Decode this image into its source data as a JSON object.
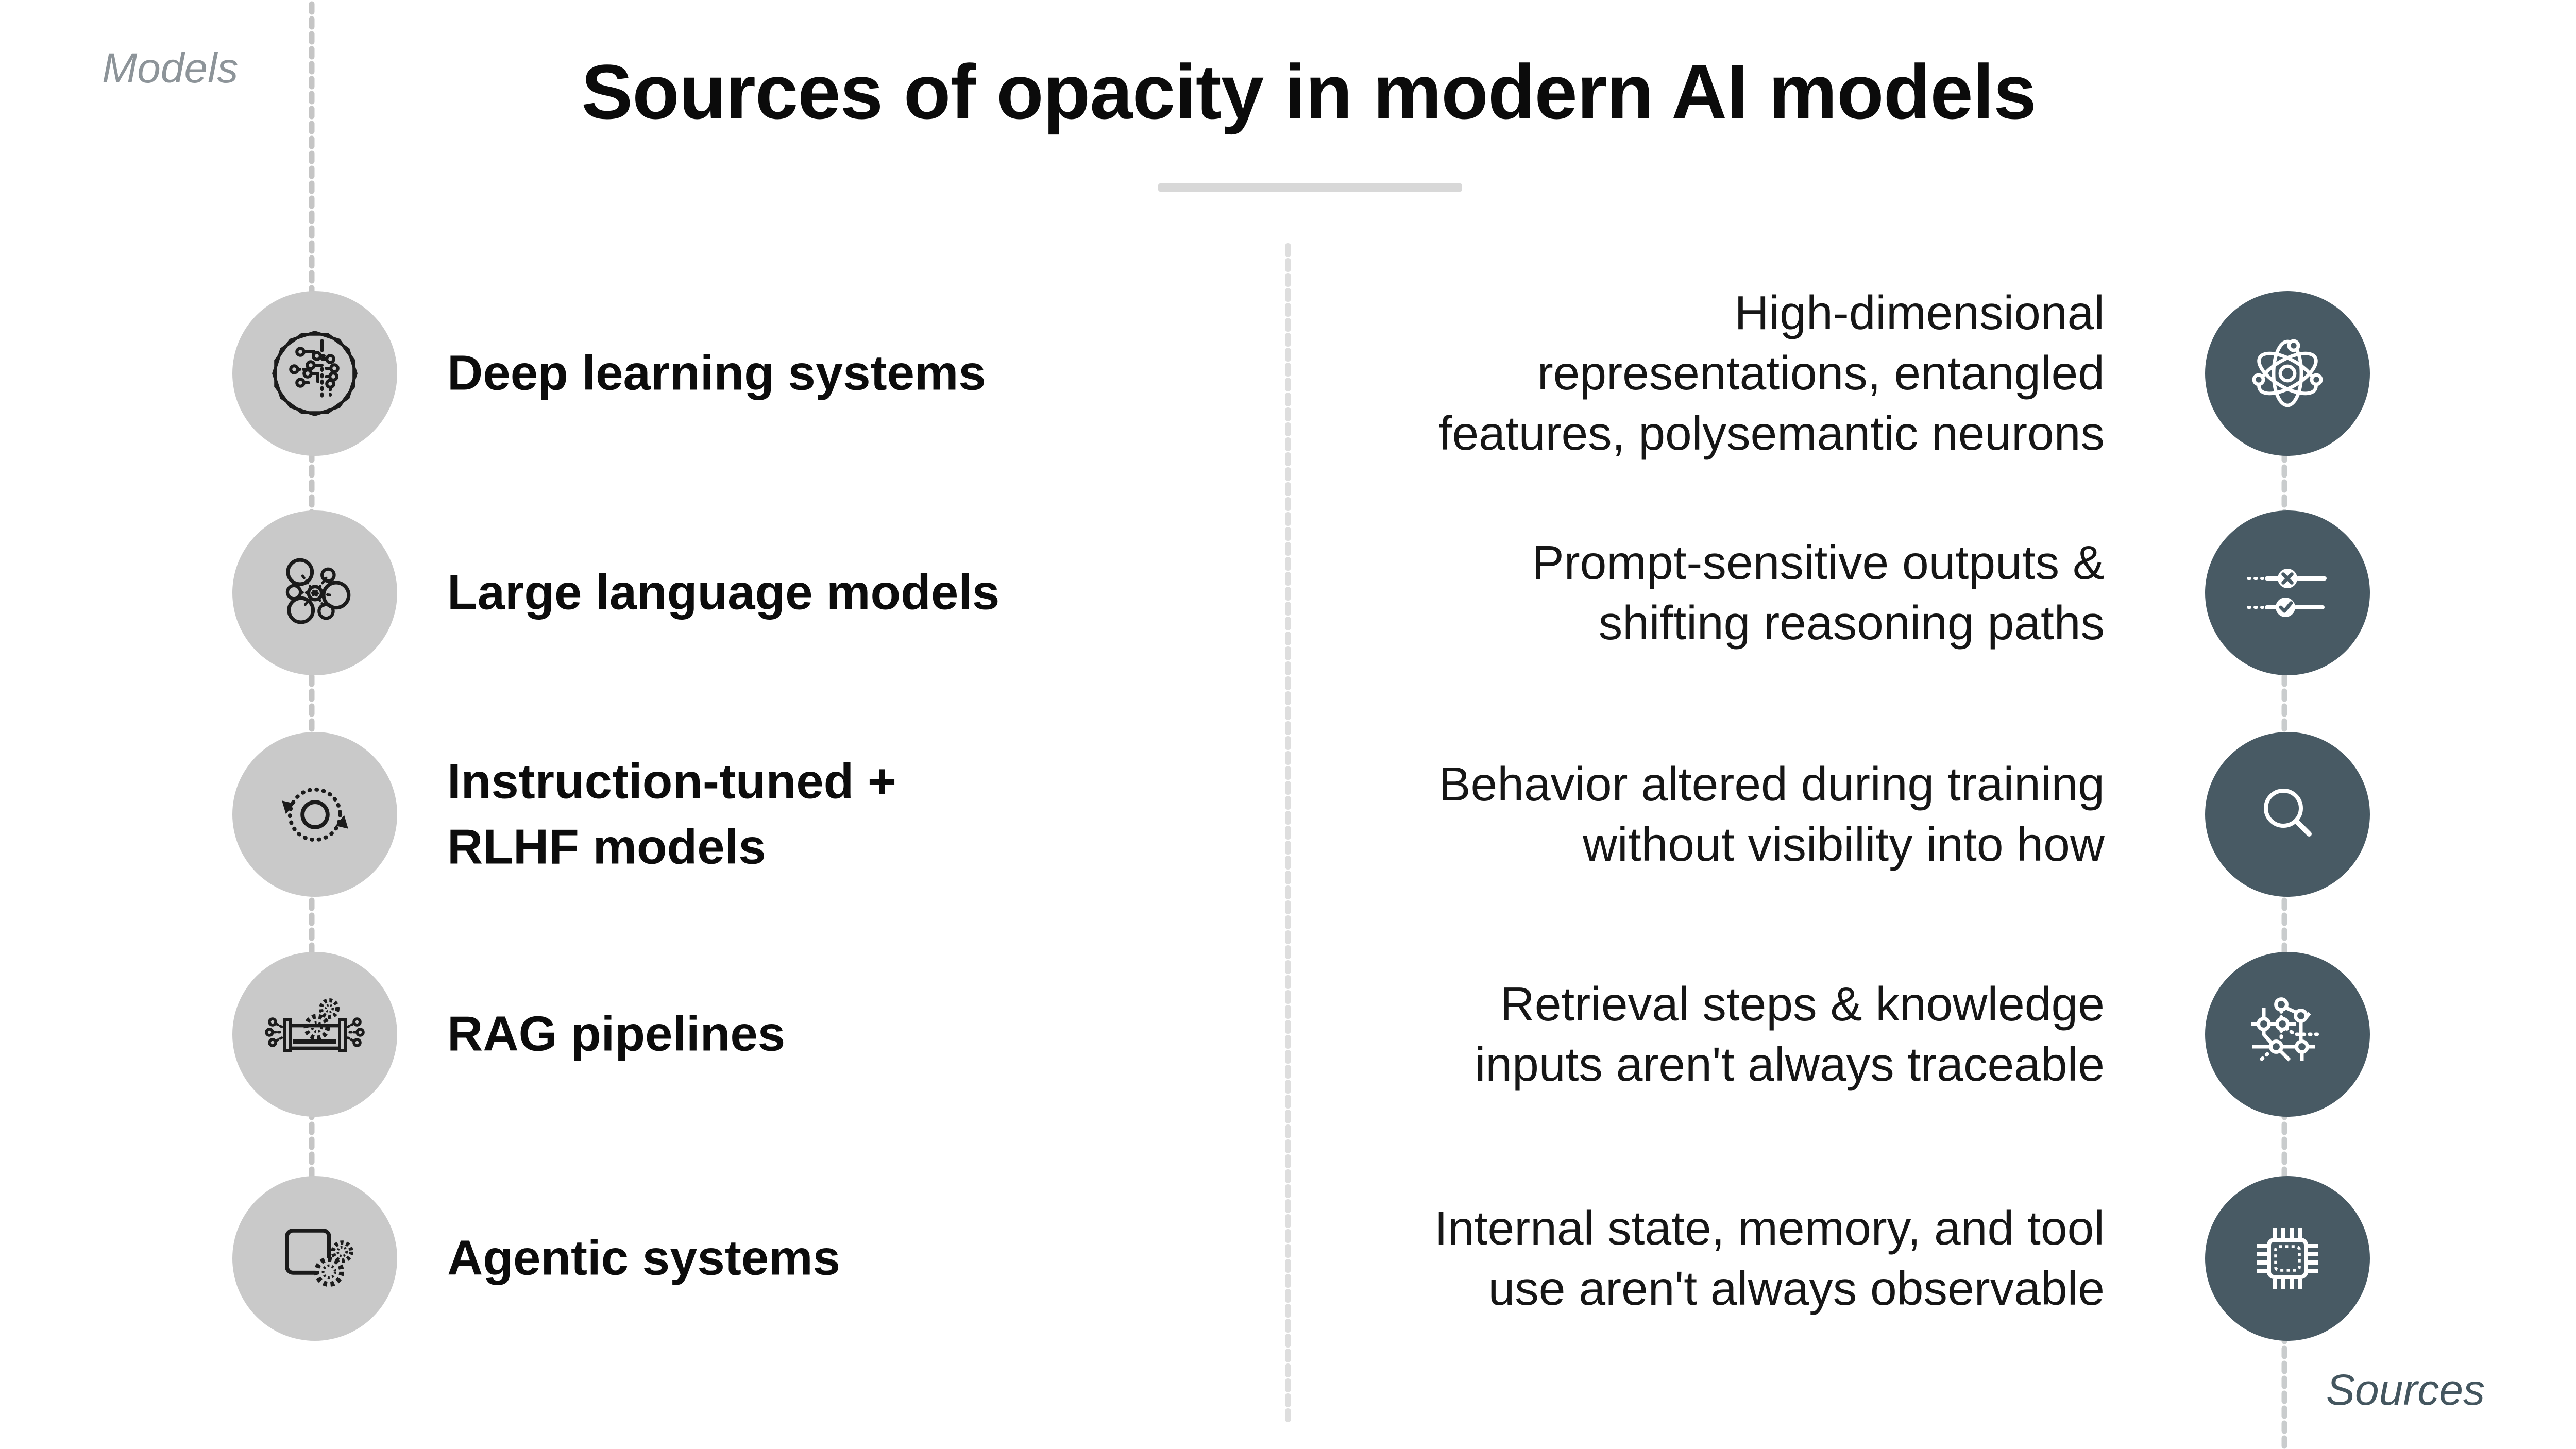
{
  "title": {
    "text": "Sources of opacity in modern AI models"
  },
  "column_labels": {
    "left": "Models",
    "right": "Sources"
  },
  "colors": {
    "background": "#ffffff",
    "title_text": "#0b0b0b",
    "title_underline": "#d8d8d8",
    "model_circle_fill": "#c9c9c9",
    "model_icon_stroke": "#1b1b1b",
    "source_circle_fill": "#485a64",
    "source_icon_stroke": "#ffffff",
    "models_label_text": "#8d9499",
    "sources_label_text": "#44565f",
    "left_dashed_line": "#c5c5c5",
    "center_dashed_line": "#dedede",
    "right_dashed_line": "#c9cccd",
    "body_text": "#161616"
  },
  "rows": [
    {
      "model": {
        "label": "Deep learning systems",
        "icon": "circuit-brain-icon"
      },
      "source": {
        "text": "High-dimensional\nrepresentations, entangled\nfeatures, polysemantic neurons",
        "icon": "atom-icon"
      }
    },
    {
      "model": {
        "label": "Large language models",
        "icon": "node-cluster-icon"
      },
      "source": {
        "text": "Prompt-sensitive outputs &\nshifting reasoning paths",
        "icon": "slider-toggles-icon"
      }
    },
    {
      "model": {
        "label": "Instruction-tuned +\nRLHF models",
        "icon": "feedback-loop-icon"
      },
      "source": {
        "text": "Behavior altered during training\nwithout visibility into how",
        "icon": "magnifier-icon"
      }
    },
    {
      "model": {
        "label": "RAG pipelines",
        "icon": "pipeline-gears-icon"
      },
      "source": {
        "text": "Retrieval steps & knowledge\ninputs aren't always traceable",
        "icon": "route-map-icon"
      }
    },
    {
      "model": {
        "label": "Agentic systems",
        "icon": "window-gears-icon"
      },
      "source": {
        "text": "Internal state, memory, and tool\nuse aren't always observable",
        "icon": "chip-icon"
      }
    }
  ]
}
